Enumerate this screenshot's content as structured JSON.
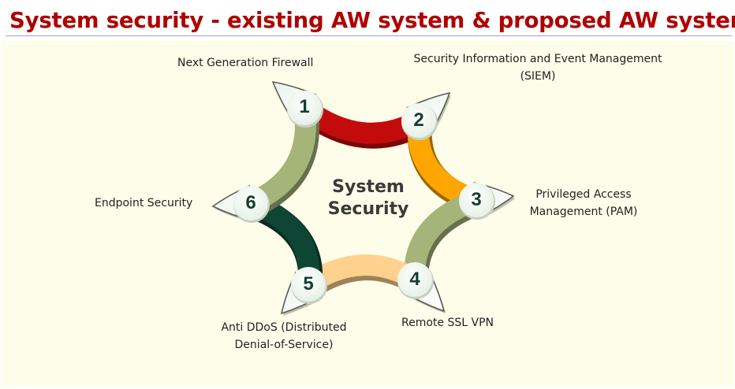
{
  "header": {
    "title": "System security - existing AW system & proposed AW system"
  },
  "diagram": {
    "center_label_line1": "System",
    "center_label_line2": "Security",
    "nodes": [
      {
        "number": "1",
        "label_lines": [
          "Next Generation Firewall"
        ],
        "ring_color": "#c40b0b"
      },
      {
        "number": "2",
        "label_lines": [
          "Security Information and Event Management",
          "(SIEM)"
        ],
        "ring_color": "#ffa600"
      },
      {
        "number": "3",
        "label_lines": [
          "Privileged Access",
          "Management (PAM)"
        ],
        "ring_color": "#a5b57a"
      },
      {
        "number": "4",
        "label_lines": [
          "Remote SSL VPN"
        ],
        "ring_color": "#ffd18f"
      },
      {
        "number": "5",
        "label_lines": [
          "Anti DDoS (Distributed",
          "Denial-of-Service)"
        ],
        "ring_color": "#0f4534"
      },
      {
        "number": "6",
        "label_lines": [
          "Endpoint Security"
        ],
        "ring_color": "#a5b57a"
      }
    ]
  }
}
